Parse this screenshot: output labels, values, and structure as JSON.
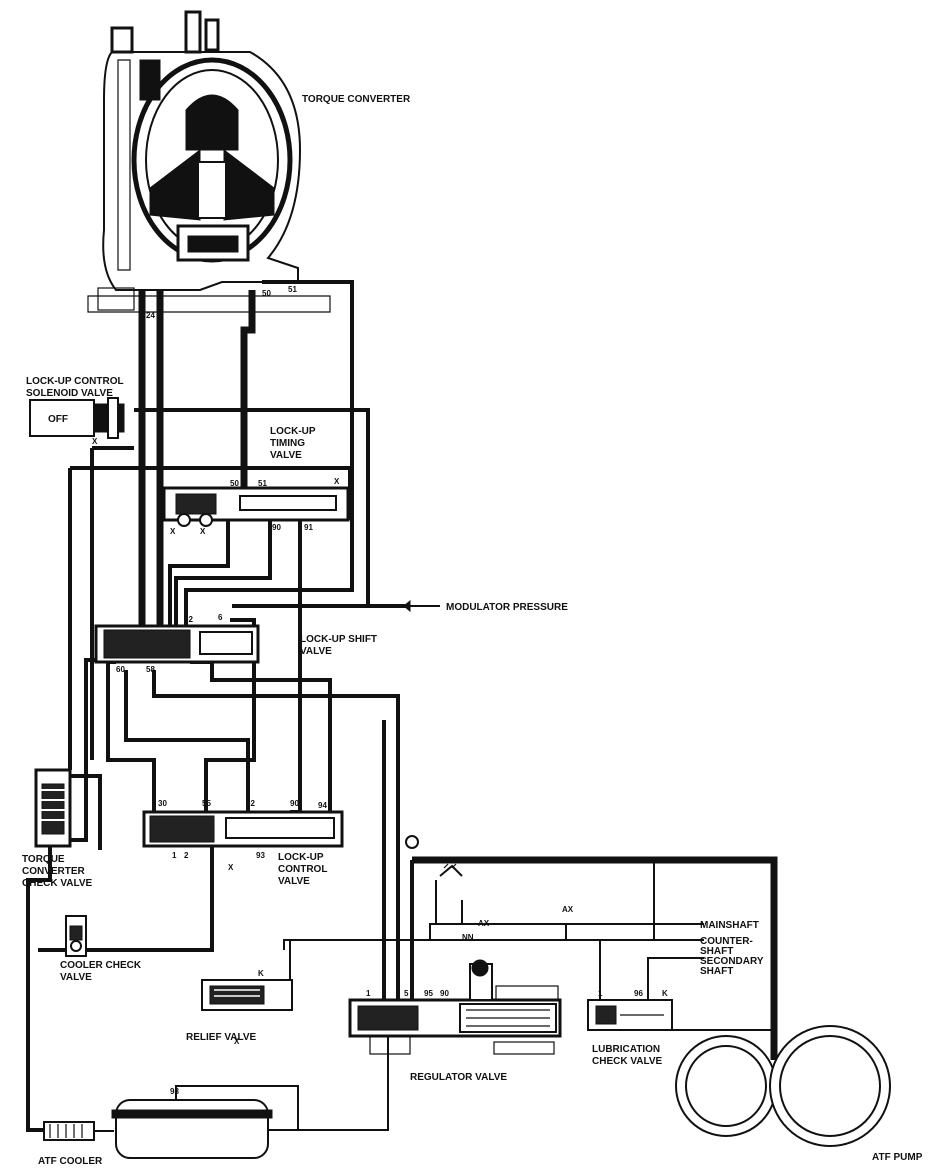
{
  "labels": {
    "torque_converter": "TORQUE CONVERTER",
    "solenoid_line1": "LOCK-UP CONTROL",
    "solenoid_line2": "SOLENOID VALVE",
    "solenoid_state": "OFF",
    "timing_line1": "LOCK-UP",
    "timing_line2": "TIMING",
    "timing_line3": "VALVE",
    "modulator_pressure": "MODULATOR PRESSURE",
    "shift_line1": "LOCK-UP SHIFT",
    "shift_line2": "VALVE",
    "tc_check_line1": "TORQUE",
    "tc_check_line2": "CONVERTER",
    "tc_check_line3": "CHECK VALVE",
    "control_line1": "LOCK-UP",
    "control_line2": "CONTROL",
    "control_line3": "VALVE",
    "cooler_check_line1": "COOLER CHECK",
    "cooler_check_line2": "VALVE",
    "mainshaft": "MAINSHAFT",
    "countershaft_line1": "COUNTER-",
    "countershaft_line2": "SHAFT",
    "secondary_line1": "SECONDARY",
    "secondary_line2": "SHAFT",
    "relief_valve": "RELIEF VALVE",
    "regulator_valve": "REGULATOR VALVE",
    "lubrication_line1": "LUBRICATION",
    "lubrication_line2": "CHECK VALVE",
    "atf_cooler": "ATF COOLER",
    "atf_pump": "ATF PUMP"
  },
  "port_codes": {
    "p24": "24",
    "p50": "50",
    "p51": "51",
    "x1": "X",
    "x2": "X",
    "x3": "X",
    "x4": "X",
    "x5": "X",
    "p50b": "50",
    "p51b": "51",
    "p90": "90",
    "p91": "91",
    "p6": "6",
    "p92": "92",
    "p60": "60",
    "p58": "58",
    "p1": "1",
    "p2": "2",
    "p30": "30",
    "p55": "55",
    "p92b": "92",
    "p90b": "90",
    "x6": "X",
    "p94": "94",
    "p93": "93",
    "k1": "K",
    "ax1": "AX",
    "ax2": "AX",
    "nn": "NN",
    "p1b": "1",
    "p5": "5",
    "p95": "95",
    "k2": "K",
    "p1c": "1",
    "p90c": "90",
    "p96": "96",
    "p98": "98"
  }
}
